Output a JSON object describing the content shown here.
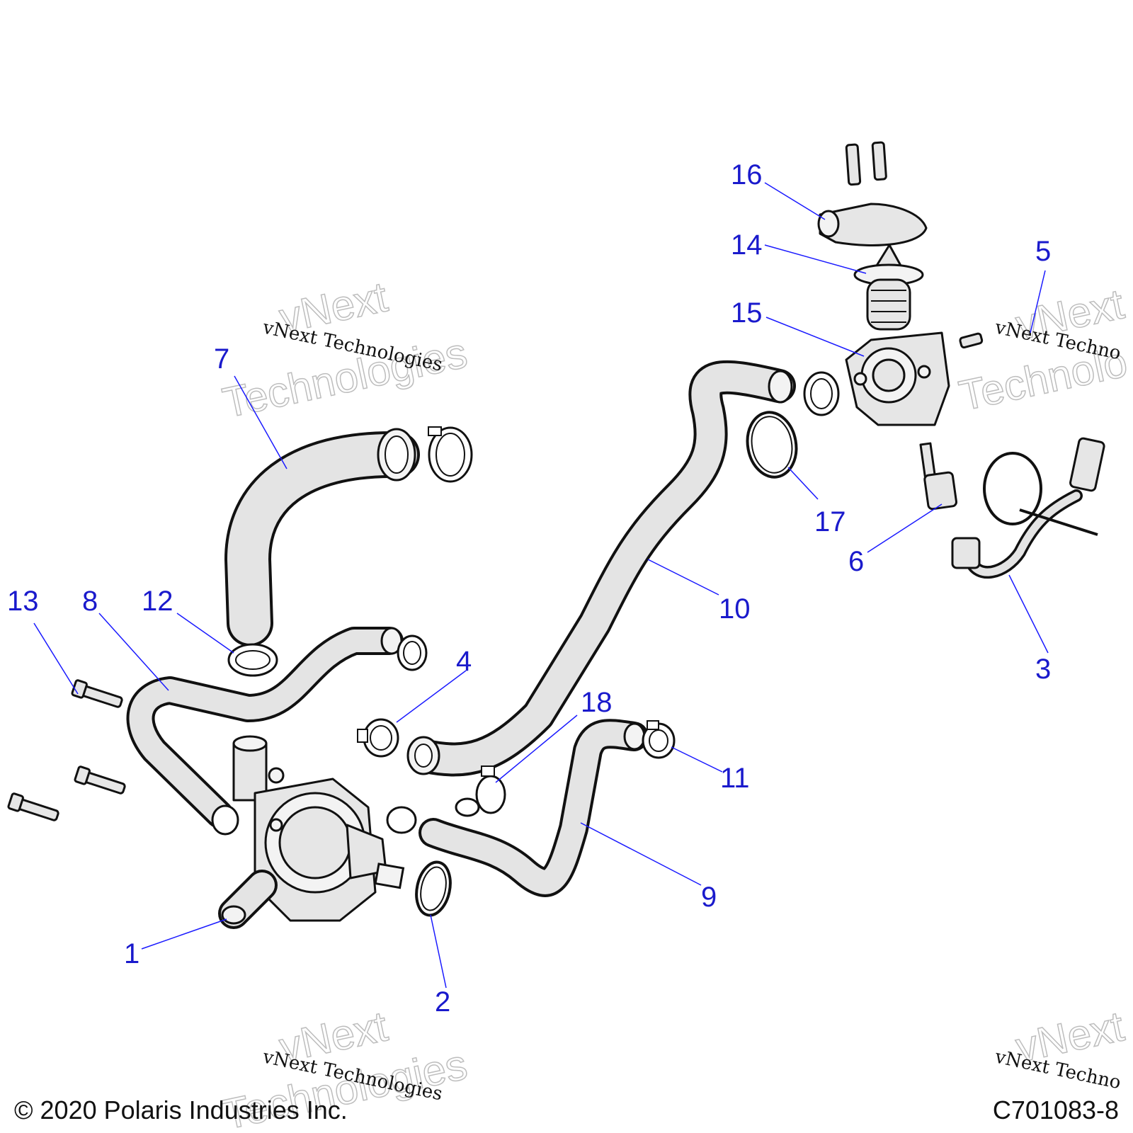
{
  "callouts": {
    "c1": "1",
    "c2": "2",
    "c3": "3",
    "c4": "4",
    "c5": "5",
    "c6": "6",
    "c7": "7",
    "c8": "8",
    "c9": "9",
    "c10": "10",
    "c11": "11",
    "c12": "12",
    "c13": "13",
    "c14": "14",
    "c15": "15",
    "c16": "16",
    "c17": "17",
    "c18": "18"
  },
  "watermark": {
    "small": "vNext Technologies",
    "small_cut": "vNext Techno",
    "big_line1": "vNext",
    "big_line2": "Technologies",
    "big_line2_cut": "Technolo"
  },
  "footer": {
    "copyright": "© 2020 Polaris Industries Inc.",
    "drawing_number": "C701083-8"
  },
  "colors": {
    "callout": "#1a1acc",
    "leader": "#1a1aff",
    "part_fill": "#e6e6e6",
    "watermark": "#bdbdbd"
  }
}
